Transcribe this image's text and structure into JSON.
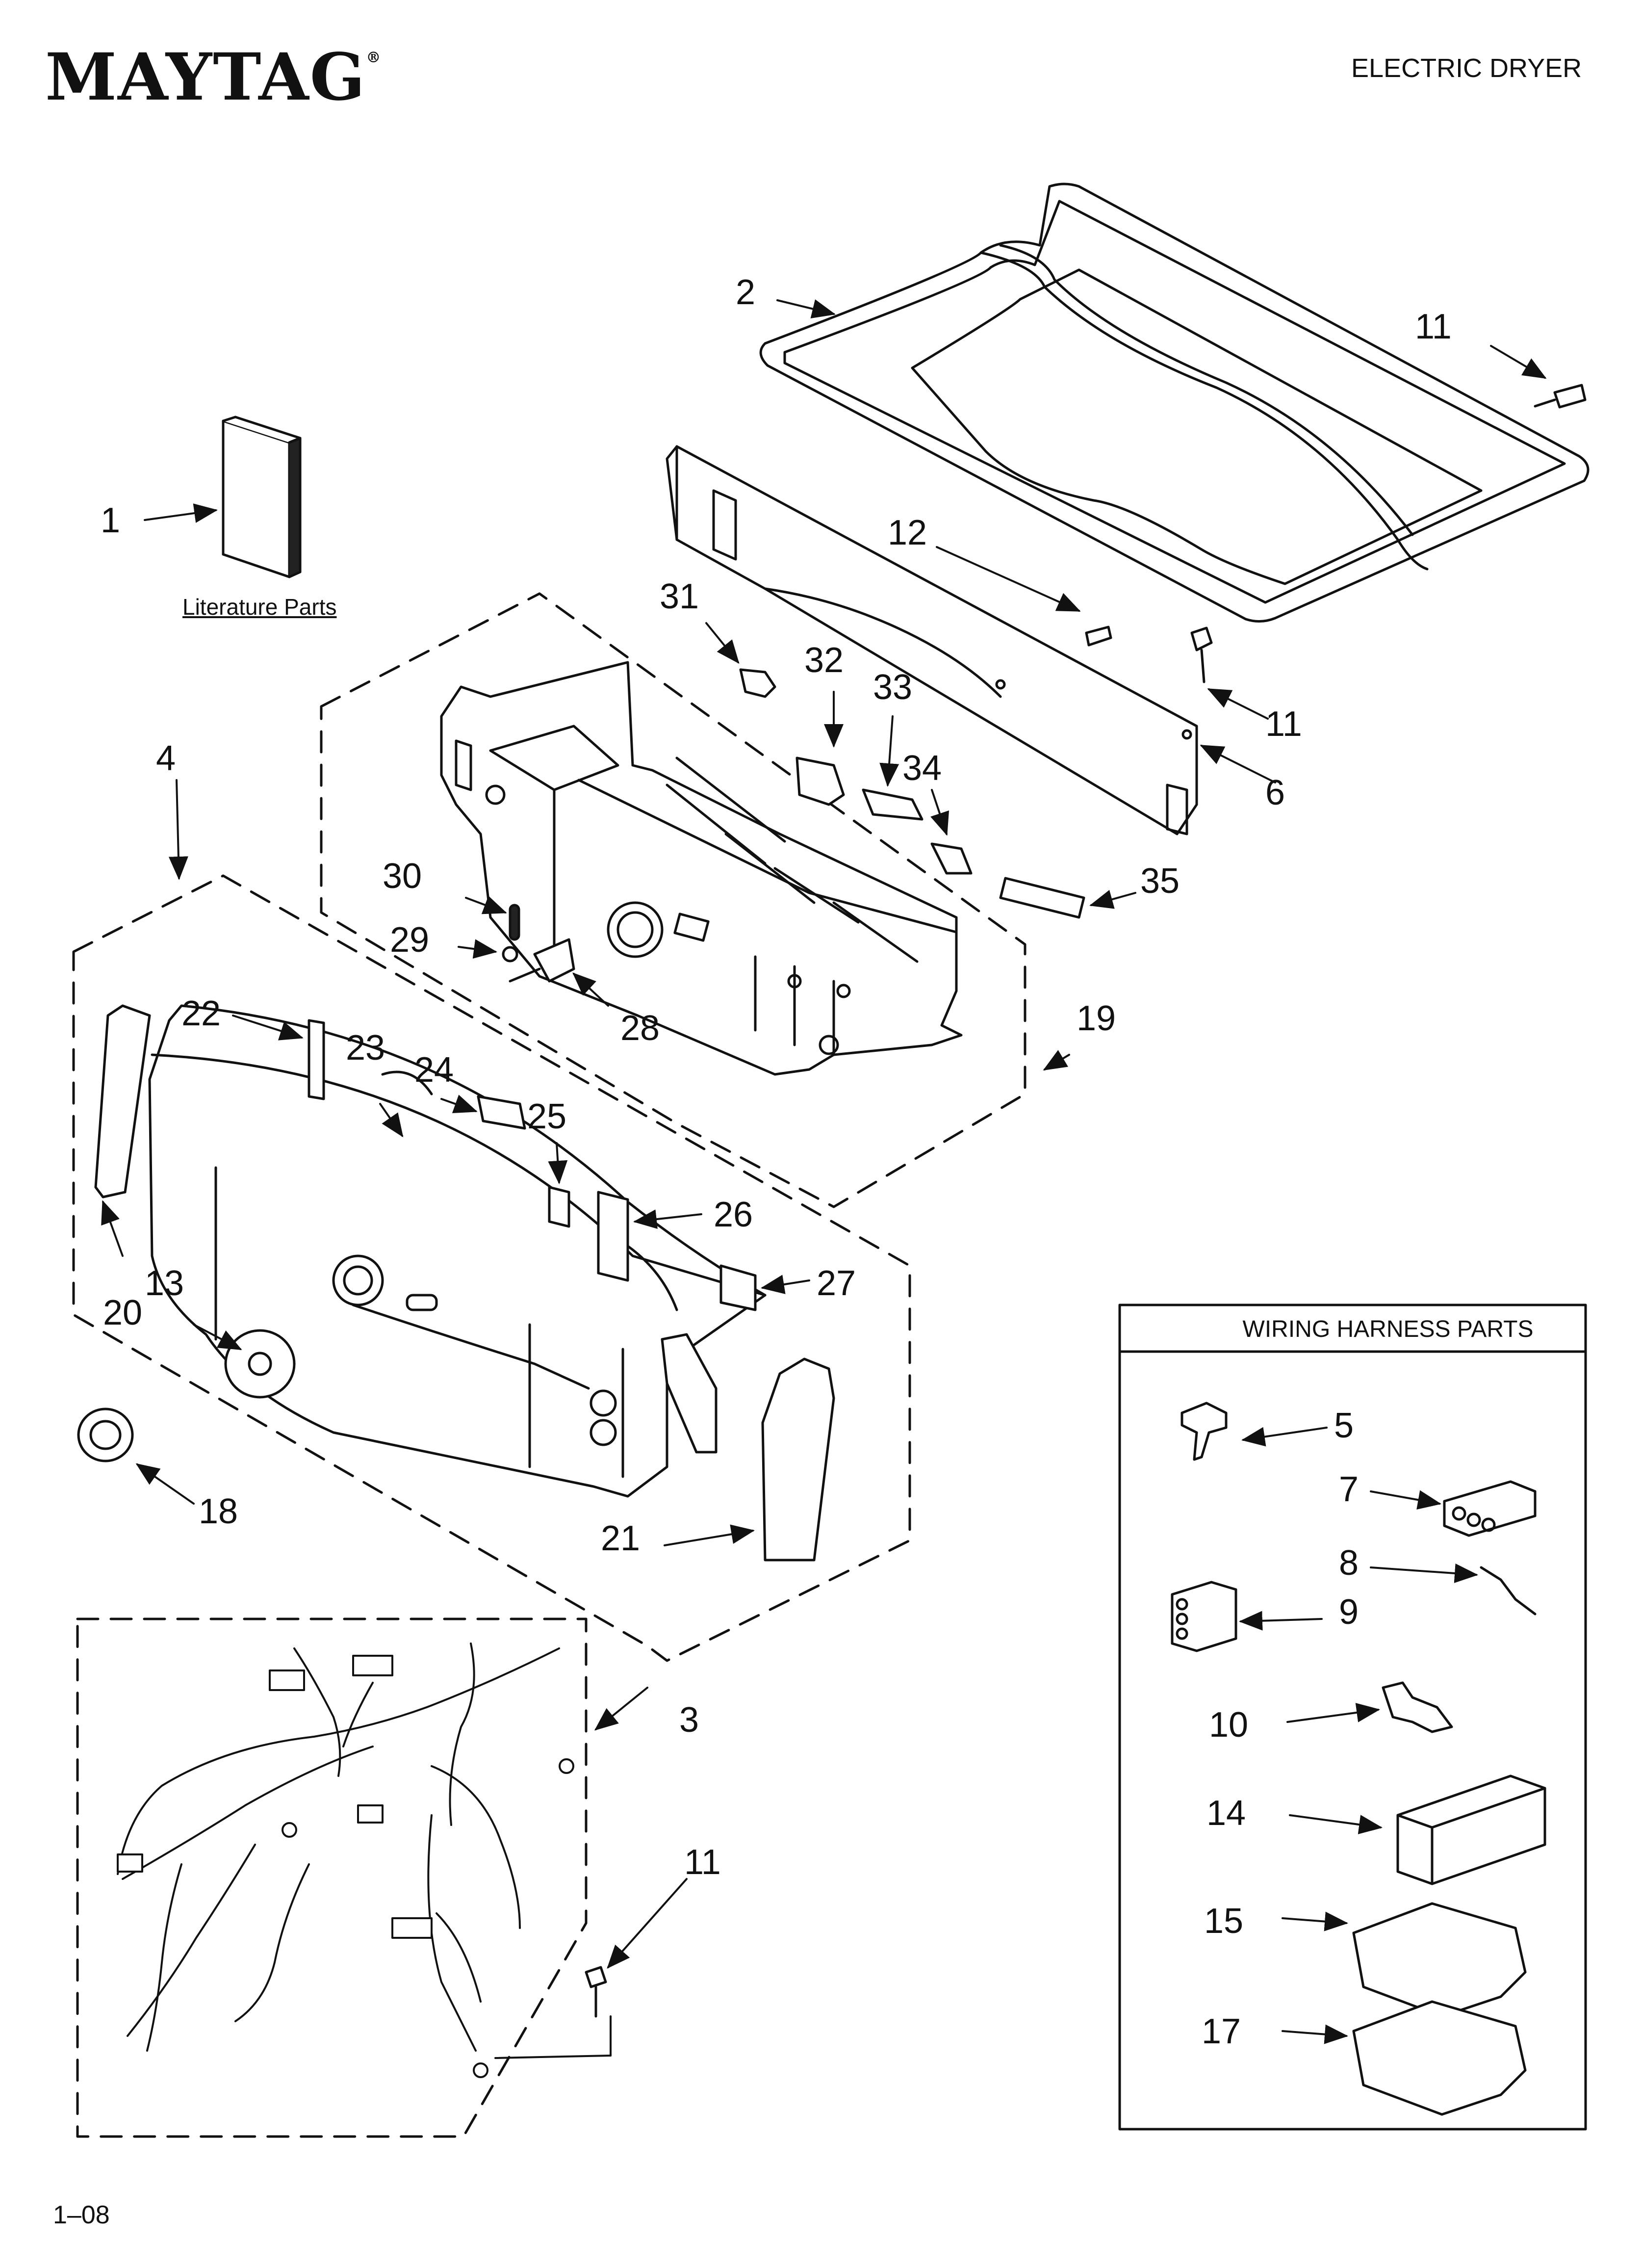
{
  "header": {
    "brand": "MAYTAG",
    "brand_mark": "®",
    "title": "ELECTRIC DRYER"
  },
  "literature_label": "Literature Parts",
  "wiring_box_title": "WIRING HARNESS PARTS",
  "footer_page": "1–08",
  "callouts": [
    {
      "id": "1",
      "text": "1"
    },
    {
      "id": "2",
      "text": "2"
    },
    {
      "id": "3",
      "text": "3"
    },
    {
      "id": "4",
      "text": "4"
    },
    {
      "id": "5",
      "text": "5"
    },
    {
      "id": "6",
      "text": "6"
    },
    {
      "id": "7",
      "text": "7"
    },
    {
      "id": "8",
      "text": "8"
    },
    {
      "id": "9",
      "text": "9"
    },
    {
      "id": "10",
      "text": "10"
    },
    {
      "id": "11a",
      "text": "11"
    },
    {
      "id": "11b",
      "text": "11"
    },
    {
      "id": "11c",
      "text": "11"
    },
    {
      "id": "12",
      "text": "12"
    },
    {
      "id": "13",
      "text": "13"
    },
    {
      "id": "14",
      "text": "14"
    },
    {
      "id": "15",
      "text": "15"
    },
    {
      "id": "17",
      "text": "17"
    },
    {
      "id": "18",
      "text": "18"
    },
    {
      "id": "19",
      "text": "19"
    },
    {
      "id": "20",
      "text": "20"
    },
    {
      "id": "21",
      "text": "21"
    },
    {
      "id": "22",
      "text": "22"
    },
    {
      "id": "23",
      "text": "23"
    },
    {
      "id": "24",
      "text": "24"
    },
    {
      "id": "25",
      "text": "25"
    },
    {
      "id": "26",
      "text": "26"
    },
    {
      "id": "27",
      "text": "27"
    },
    {
      "id": "28",
      "text": "28"
    },
    {
      "id": "29",
      "text": "29"
    },
    {
      "id": "30",
      "text": "30"
    },
    {
      "id": "31",
      "text": "31"
    },
    {
      "id": "32",
      "text": "32"
    },
    {
      "id": "33",
      "text": "33"
    },
    {
      "id": "34",
      "text": "34"
    },
    {
      "id": "35",
      "text": "35"
    }
  ]
}
